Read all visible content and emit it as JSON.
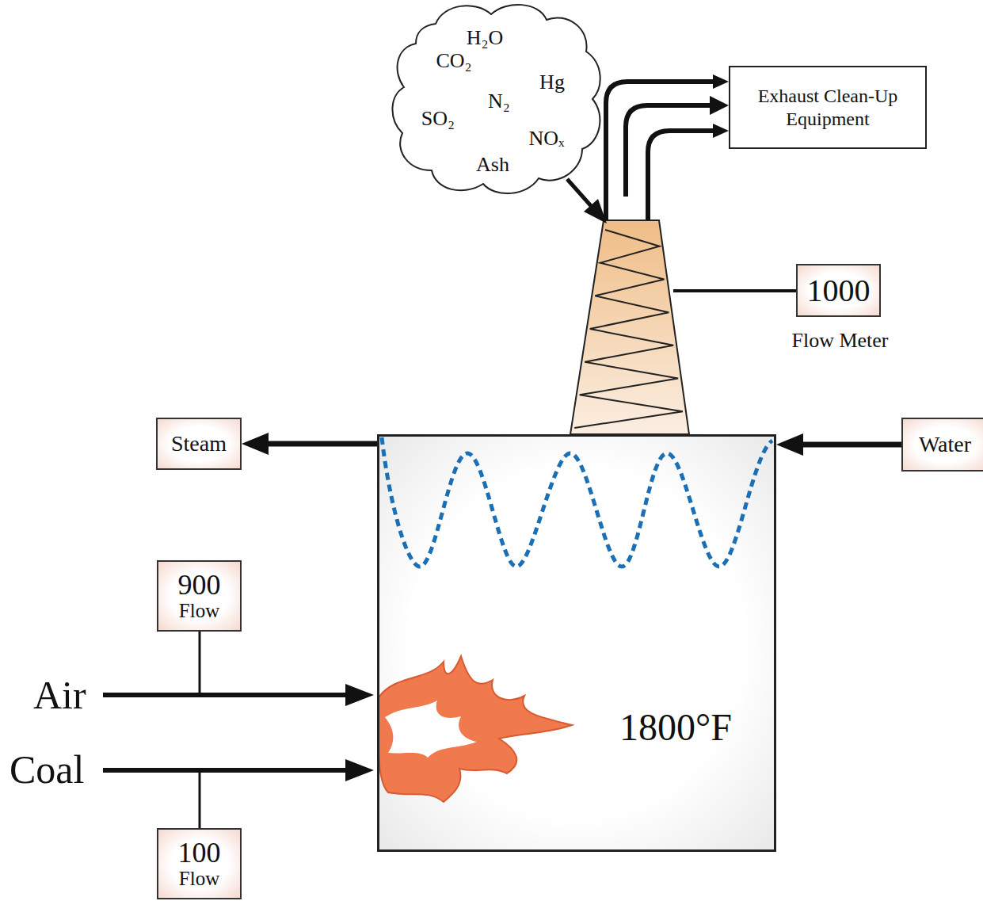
{
  "diagram": {
    "nodes": [
      {
        "text": [
          "H₂O",
          "CO₂",
          "Hg",
          "N₂",
          "SO₂",
          "NOₓ",
          "Ash"
        ]
      },
      {
        "text": [
          "Exhaust Clean-Up Equipment"
        ]
      },
      {
        "text": [
          "1000",
          "Flow Meter"
        ]
      },
      {
        "text": [
          "Steam"
        ]
      },
      {
        "text": [
          "1800°F"
        ]
      },
      {
        "text": [
          "Water"
        ]
      },
      {
        "text": [
          "900",
          "Flow"
        ]
      },
      {
        "text": [
          "100",
          "Flow"
        ]
      }
    ],
    "edges": [
      {
        "from": 4,
        "to": 3,
        "arrow": "to"
      },
      {
        "from": 5,
        "to": 4,
        "arrow": "to"
      }
    ],
    "labels": [
      "Air",
      "Coal"
    ]
  }
}
